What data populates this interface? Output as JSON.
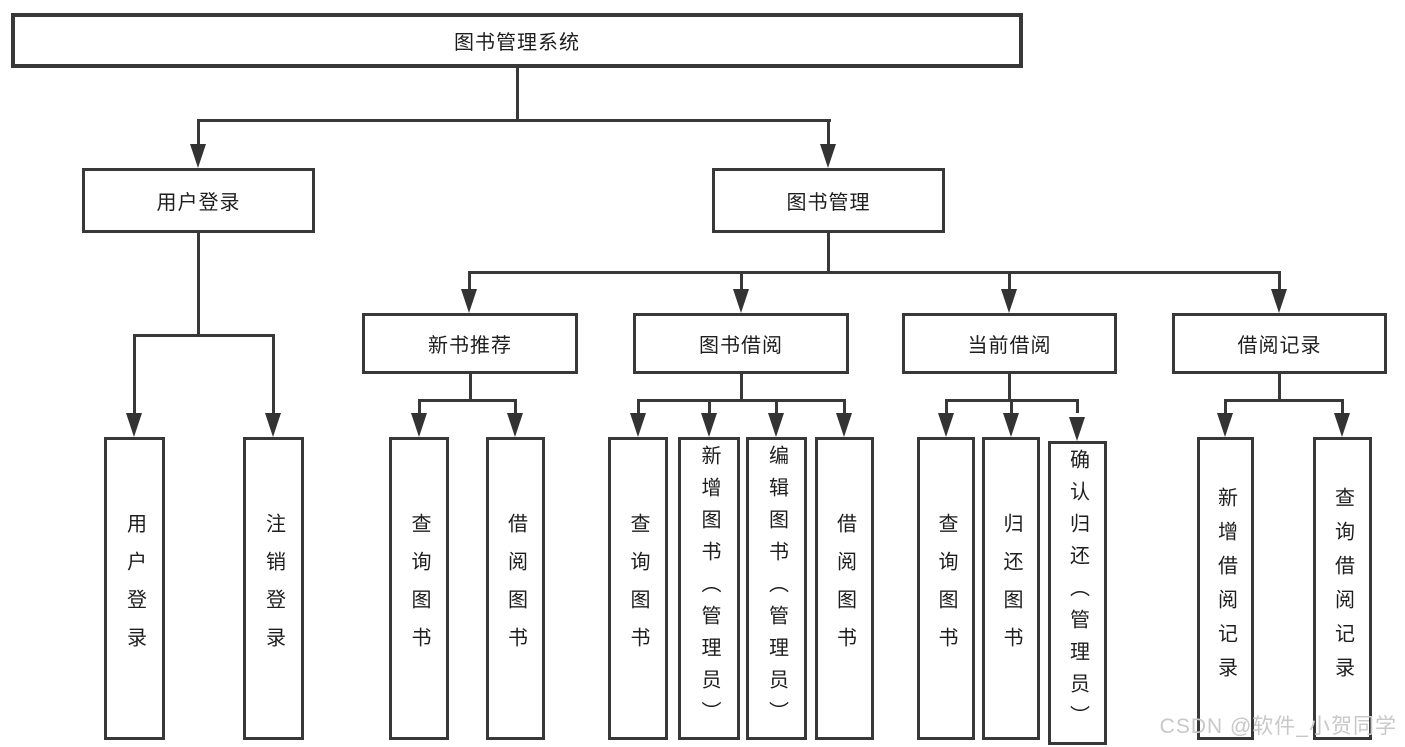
{
  "diagram_type": "hierarchy-tree",
  "colors": {
    "background": "#ffffff",
    "line": "#383838",
    "box_border": "#383838",
    "text": "#1e1e1e",
    "watermark": "#c8c8c8"
  },
  "tree": {
    "root": {
      "label": "图书管理系统",
      "children": [
        {
          "label": "用户登录",
          "children": [
            {
              "label": "用户登录"
            },
            {
              "label": "注销登录"
            }
          ]
        },
        {
          "label": "图书管理",
          "children": [
            {
              "label": "新书推荐",
              "children": [
                {
                  "label": "查询图书"
                },
                {
                  "label": "借阅图书"
                }
              ]
            },
            {
              "label": "图书借阅",
              "children": [
                {
                  "label": "查询图书"
                },
                {
                  "label": "新增图书（管理员）"
                },
                {
                  "label": "编辑图书（管理员）"
                },
                {
                  "label": "借阅图书"
                }
              ]
            },
            {
              "label": "当前借阅",
              "children": [
                {
                  "label": "查询图书"
                },
                {
                  "label": "归还图书"
                },
                {
                  "label": "确认归还（管理员）"
                }
              ]
            },
            {
              "label": "借阅记录",
              "children": [
                {
                  "label": "新增借阅记录"
                },
                {
                  "label": "查询借阅记录"
                }
              ]
            }
          ]
        }
      ]
    }
  },
  "watermark": {
    "text": "CSDN @软件_小贺同学"
  }
}
